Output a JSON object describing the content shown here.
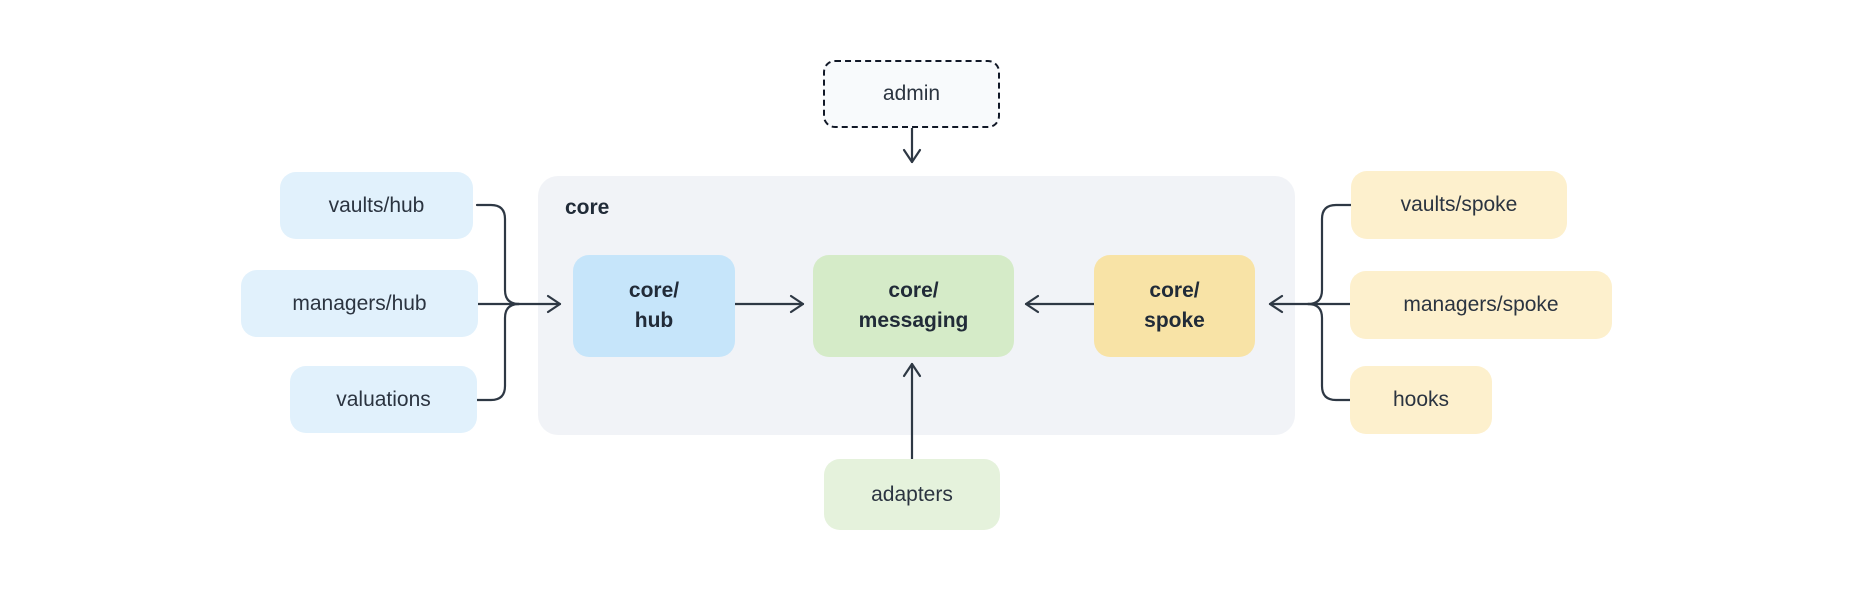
{
  "diagram": {
    "nodes": {
      "admin": "admin",
      "core_group": "core",
      "core_hub": "core/\nhub",
      "core_messaging": "core/\nmessaging",
      "core_spoke": "core/\nspoke",
      "vaults_hub": "vaults/hub",
      "managers_hub": "managers/hub",
      "valuations": "valuations",
      "vaults_spoke": "vaults/spoke",
      "managers_spoke": "managers/spoke",
      "hooks": "hooks",
      "adapters": "adapters"
    },
    "edges": [
      {
        "from": "admin",
        "to": "core"
      },
      {
        "from": "vaults/hub",
        "to": "core/hub"
      },
      {
        "from": "managers/hub",
        "to": "core/hub"
      },
      {
        "from": "valuations",
        "to": "core/hub"
      },
      {
        "from": "core/hub",
        "to": "core/messaging"
      },
      {
        "from": "core/spoke",
        "to": "core/messaging"
      },
      {
        "from": "vaults/spoke",
        "to": "core/spoke"
      },
      {
        "from": "managers/spoke",
        "to": "core/spoke"
      },
      {
        "from": "hooks",
        "to": "core/spoke"
      },
      {
        "from": "adapters",
        "to": "core/messaging"
      }
    ],
    "colors": {
      "group_fill": "#f1f3f7",
      "admin_fill": "#f8fafc",
      "blue_strong": "#c6e5fa",
      "blue_light": "#e1f1fc",
      "green_strong": "#d5ebc8",
      "green_light": "#e5f2dc",
      "yellow_strong": "#f8e3a6",
      "yellow_light": "#fdf0cd",
      "stroke": "#2e3844",
      "text": "#2b3440"
    }
  }
}
